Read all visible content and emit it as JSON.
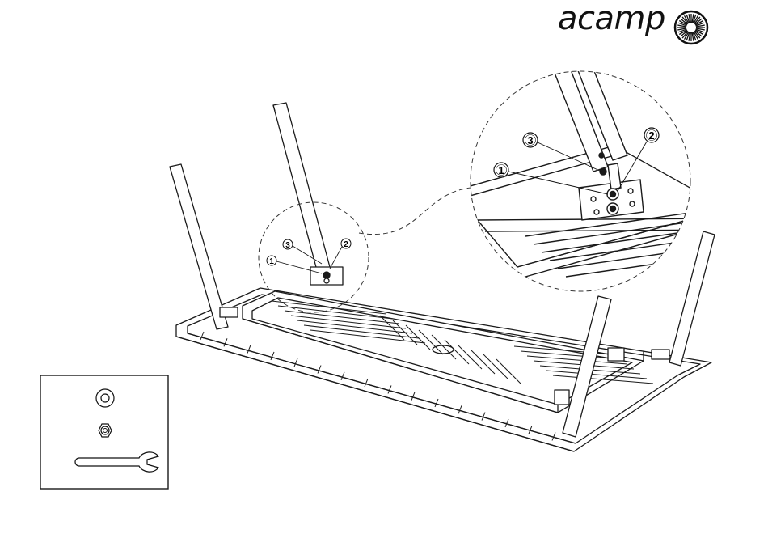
{
  "brand": {
    "name": "acamp",
    "logo": "sun-icon"
  },
  "callouts": {
    "detail": [
      "1",
      "2",
      "3"
    ],
    "small": [
      "1",
      "2",
      "3"
    ]
  },
  "tools": [
    "washer-icon",
    "nut-icon",
    "wrench-icon"
  ],
  "colors": {
    "line": "#1a1a1a",
    "paper": "#ffffff"
  }
}
